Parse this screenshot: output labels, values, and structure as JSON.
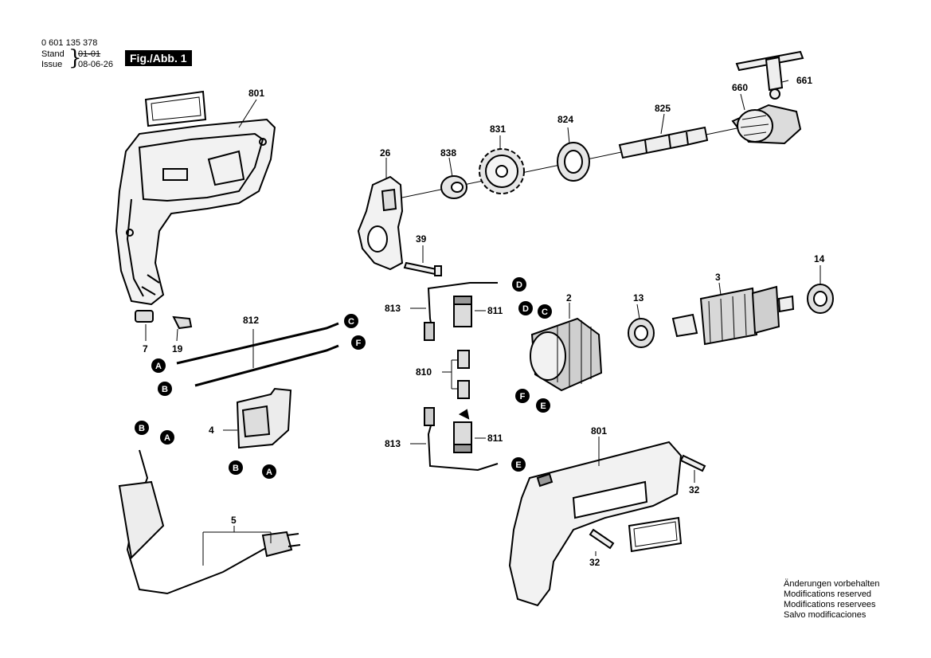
{
  "header": {
    "part_number": "0 601 135 378",
    "stand_label": "Stand",
    "stand_value": "01-01",
    "issue_label": "Issue",
    "issue_value": "08-06-26",
    "figure_title": "Fig./Abb. 1"
  },
  "callouts": {
    "c801_top": "801",
    "c26": "26",
    "c838": "838",
    "c831": "831",
    "c824": "824",
    "c825": "825",
    "c660": "660",
    "c661": "661",
    "c39": "39",
    "c813_top": "813",
    "c811_top": "811",
    "c2": "2",
    "c13": "13",
    "c3": "3",
    "c14": "14",
    "c7": "7",
    "c19": "19",
    "c812": "812",
    "c810": "810",
    "c4": "4",
    "c5": "5",
    "c813_bottom": "813",
    "c811_bottom": "811",
    "c801_bottom": "801",
    "c32_right": "32",
    "c32_bottom": "32"
  },
  "connectors": {
    "a": "A",
    "b": "B",
    "c": "C",
    "d": "D",
    "e": "E",
    "f": "F"
  },
  "notes": [
    "Änderungen vorbehalten",
    "Modifications reserved",
    "Modifications reservees",
    "Salvo modificaciones"
  ]
}
